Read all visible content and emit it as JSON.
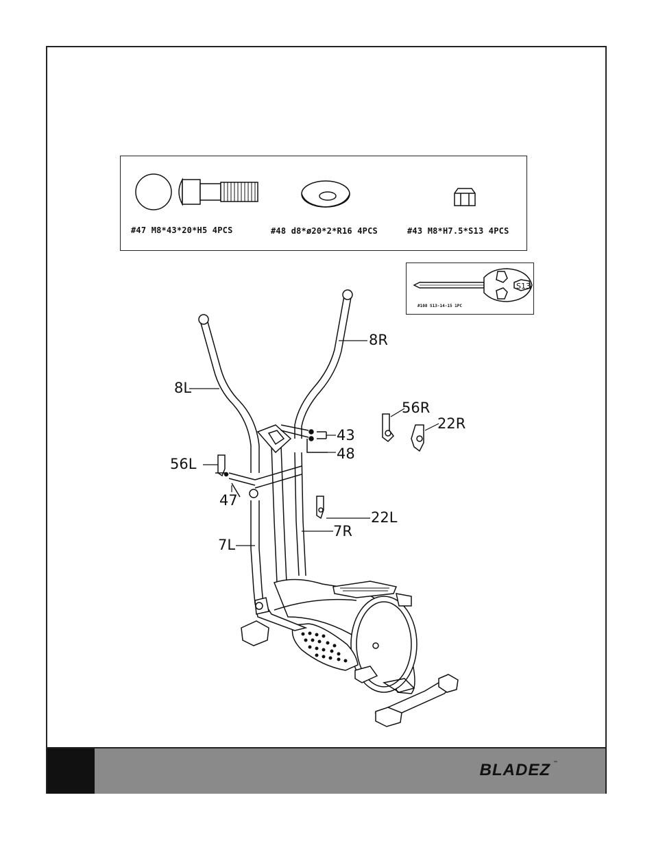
{
  "parts": {
    "p47": "#47  M8*43*20*H5  4PCS",
    "p48": "#48  d8*ø20*2*R16  4PCS",
    "p43": "#43  M8*H7.5*S13  4PCS"
  },
  "tool": {
    "label": "#108  S13-14-15  1PC",
    "socket": "S13"
  },
  "callouts": {
    "c8R": "8R",
    "c8L": "8L",
    "c56R": "56R",
    "c22R": "22R",
    "c43": "43",
    "c48": "48",
    "c56L": "56L",
    "c47": "47",
    "c22L": "22L",
    "c7R": "7R",
    "c7L": "7L"
  },
  "footer": {
    "brand": "BLADEZ",
    "tm": "™"
  }
}
